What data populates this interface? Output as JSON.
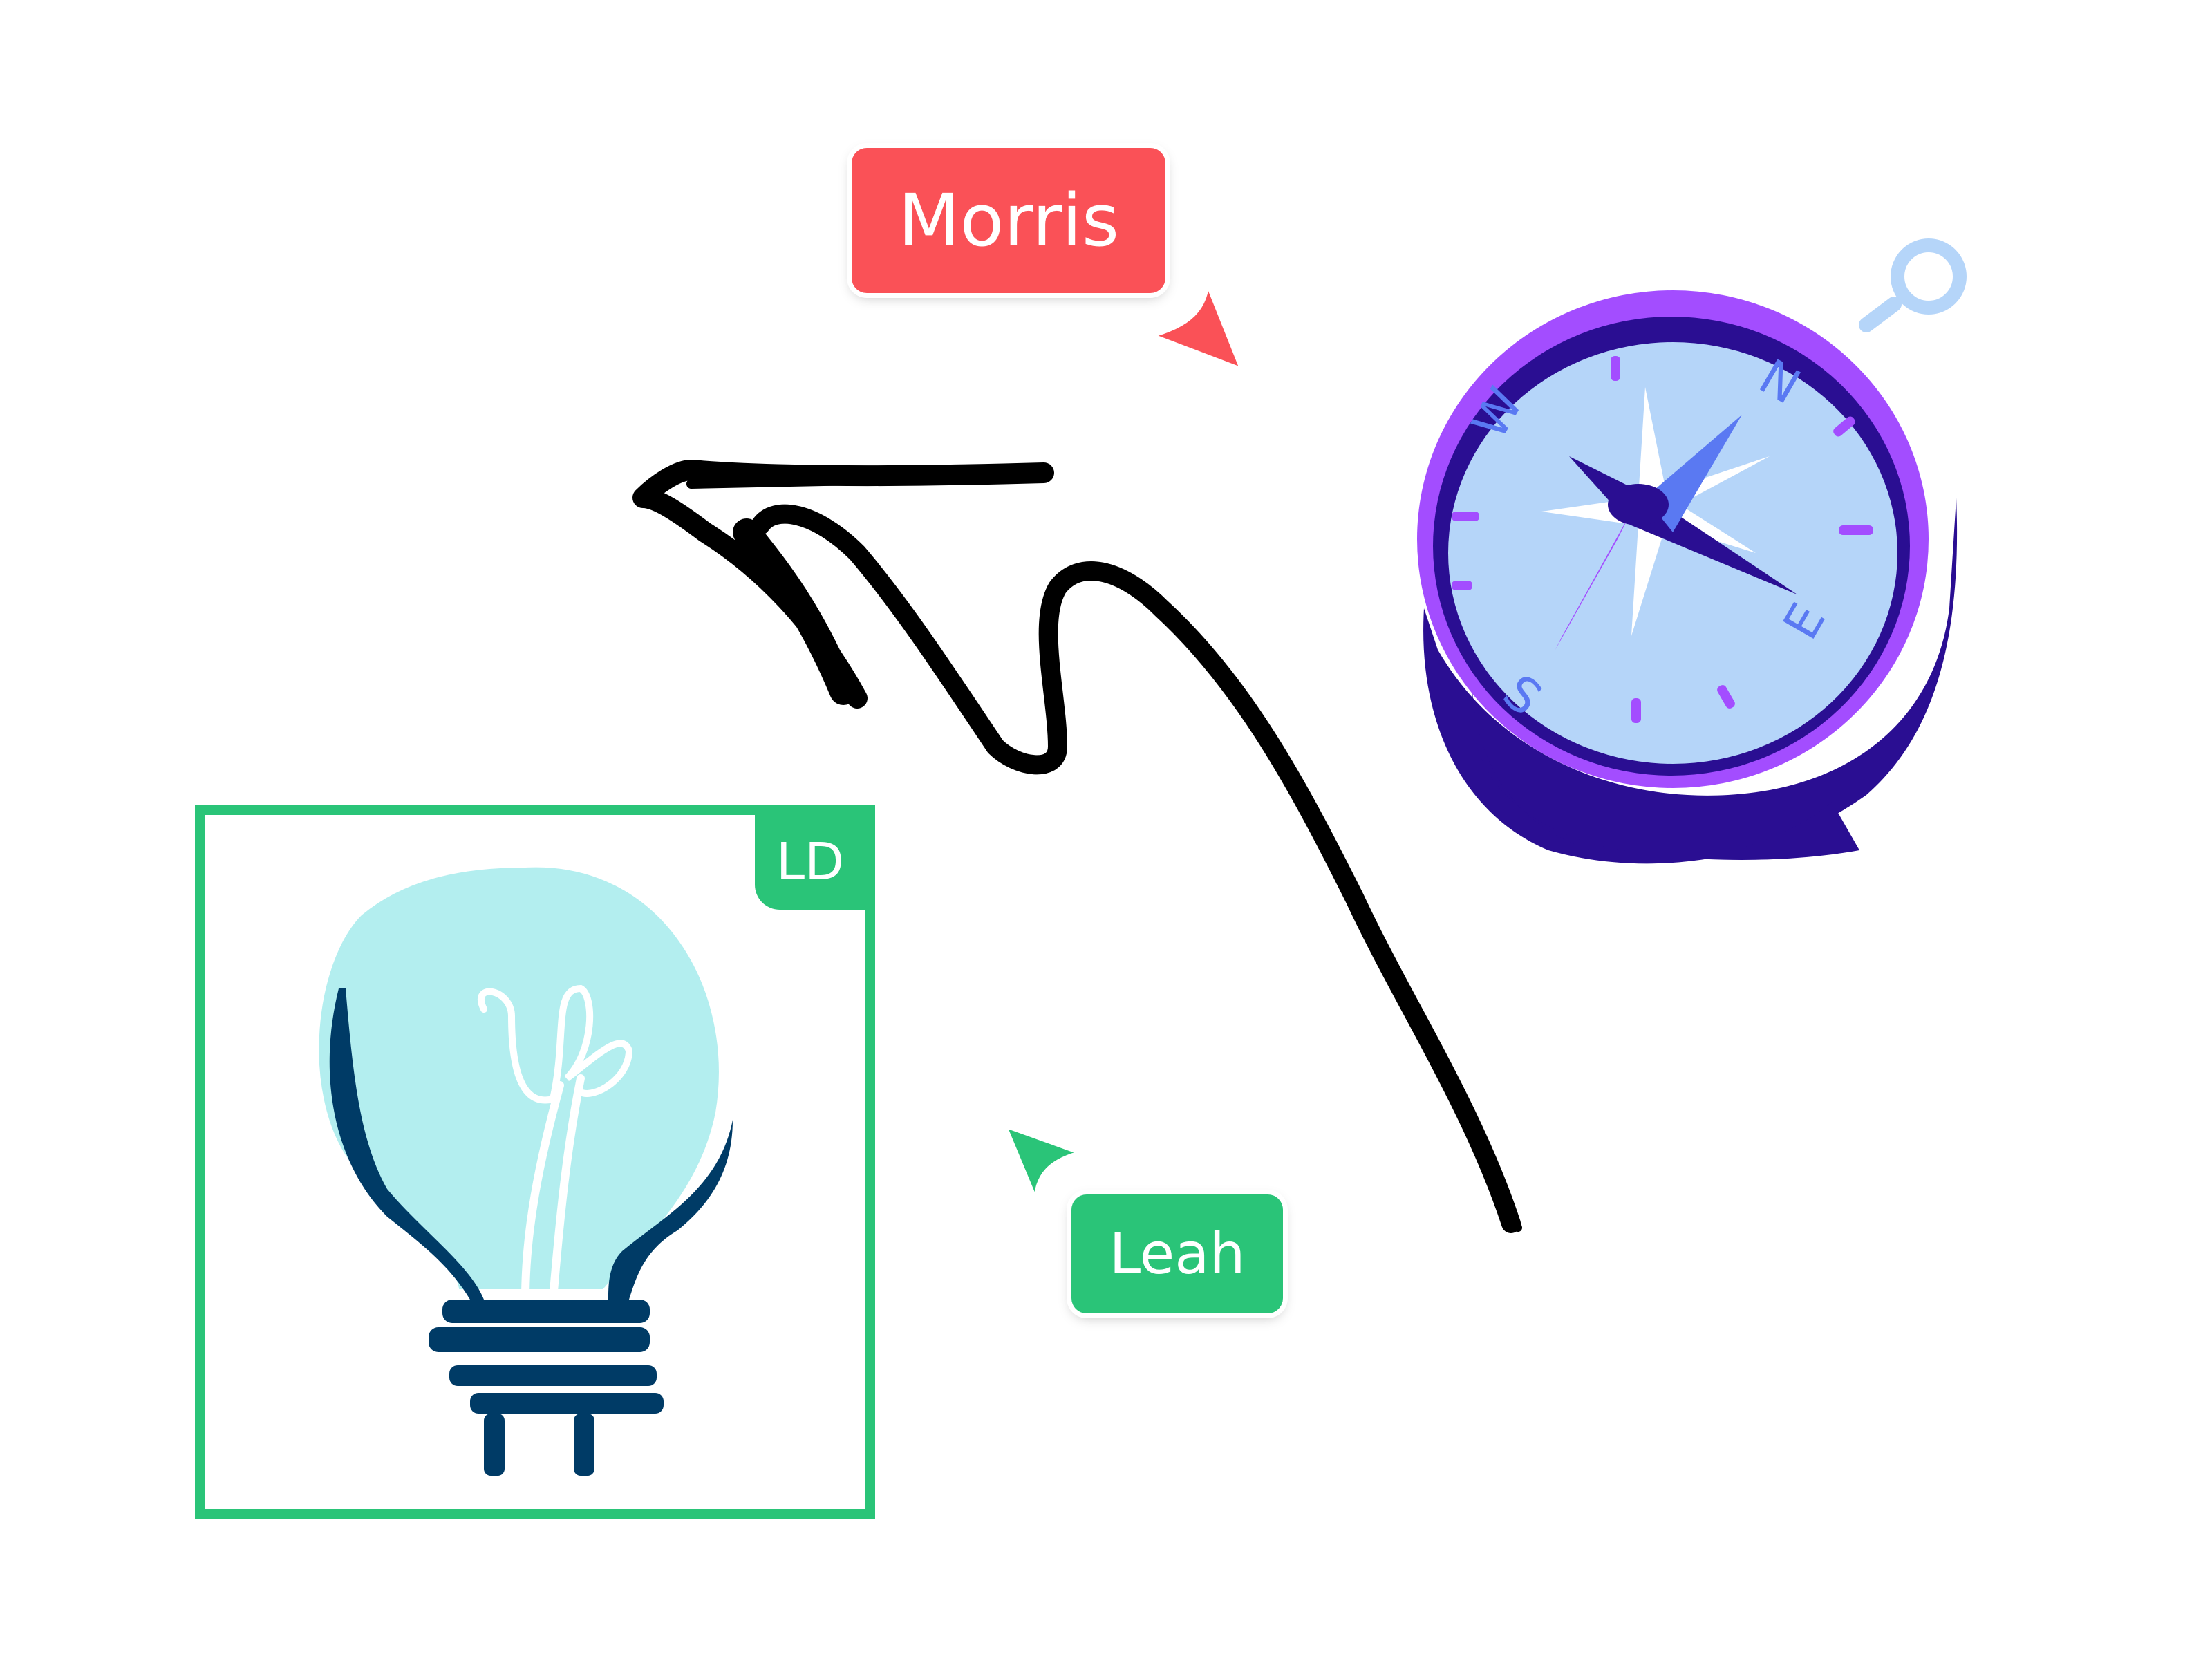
{
  "collaborators": [
    {
      "name": "Morris",
      "color": "#fa5157"
    },
    {
      "name": "Leah",
      "color": "#2ac478"
    }
  ],
  "selection": {
    "badge": "LD",
    "color": "#2ac478"
  },
  "icons": [
    "compass-sticker",
    "light-bulb-sticker",
    "hand-drawn-arrow",
    "cursor-pointer-icon"
  ]
}
